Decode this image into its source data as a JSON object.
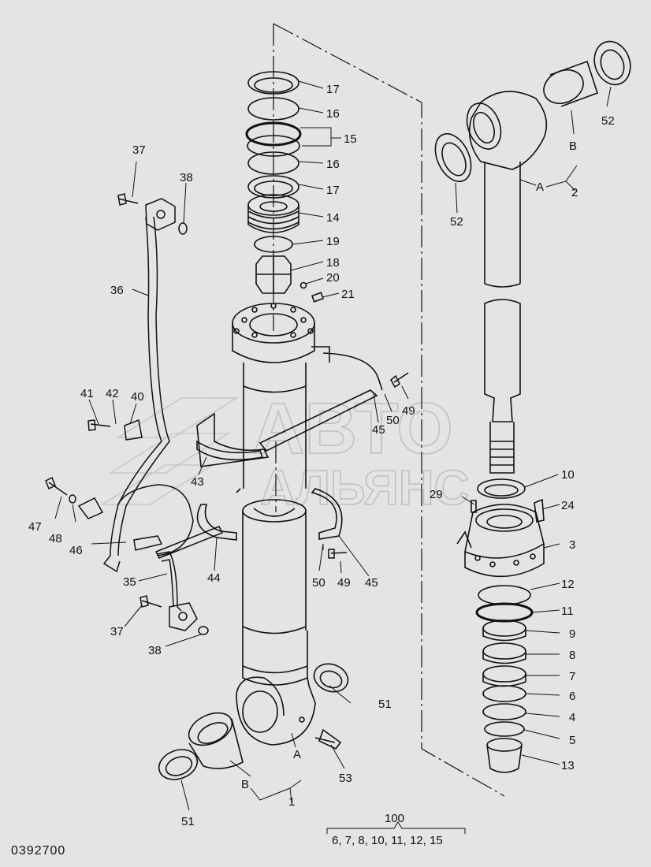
{
  "drawing_code": "0392700",
  "watermark": {
    "line1": "АВТО",
    "line2": "АЛЬЯНС"
  },
  "kit": {
    "number": "100",
    "contents": "6, 7, 8, 10, 11, 12, 15"
  },
  "callouts": {
    "c17a": "17",
    "c16a": "16",
    "c15": "15",
    "c16b": "16",
    "c17b": "17",
    "c14": "14",
    "c19": "19",
    "c18": "18",
    "c20": "20",
    "c21": "21",
    "c37a": "37",
    "c38a": "38",
    "c36": "36",
    "c41": "41",
    "c42": "42",
    "c40": "40",
    "c43": "43",
    "c47": "47",
    "c48": "48",
    "c46": "46",
    "c35": "35",
    "c37b": "37",
    "c38b": "38",
    "c44": "44",
    "c50a": "50",
    "c49a": "49",
    "c45a": "45",
    "c45b": "45",
    "c50b": "50",
    "c49b": "49",
    "c51a": "51",
    "c51b": "51",
    "c53": "53",
    "cAlow": "A",
    "cBlow": "B",
    "c1": "1",
    "c52a": "52",
    "c52b": "52",
    "cBup": "B",
    "cAup": "A",
    "c2": "2",
    "c10": "10",
    "c29": "29",
    "c24": "24",
    "c3": "3",
    "c12": "12",
    "c11": "11",
    "c9": "9",
    "c8": "8",
    "c7": "7",
    "c6": "6",
    "c4": "4",
    "c5": "5",
    "c13": "13"
  }
}
